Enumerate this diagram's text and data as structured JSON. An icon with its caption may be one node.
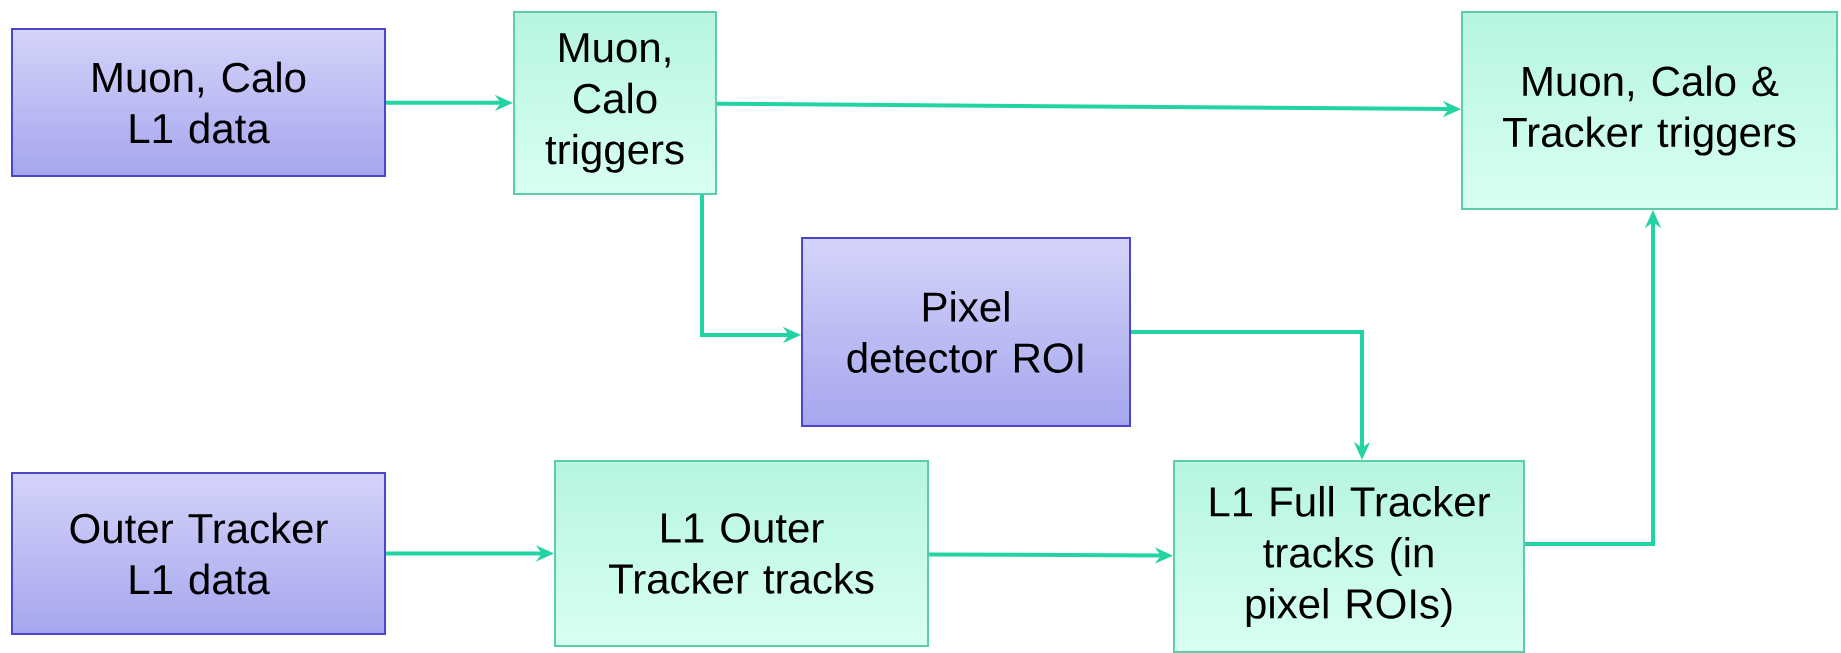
{
  "diagram": {
    "nodes": [
      {
        "text": [
          "Muon, Calo L1 data"
        ]
      },
      {
        "text": [
          "Muon, Calo triggers"
        ]
      },
      {
        "text": [
          "Muon, Calo & Tracker triggers"
        ]
      },
      {
        "text": [
          "Pixel detector ROI"
        ]
      },
      {
        "text": [
          "Outer Tracker L1 data"
        ]
      },
      {
        "text": [
          "L1 Outer Tracker tracks"
        ]
      },
      {
        "text": [
          "L1 Full Tracker tracks (in pixel ROIs)"
        ]
      }
    ],
    "edges": [
      {
        "from": 0,
        "to": 1,
        "arrow": "to"
      },
      {
        "from": 1,
        "to": 2,
        "arrow": "to"
      },
      {
        "from": 1,
        "to": 3,
        "arrow": "to"
      },
      {
        "from": 3,
        "to": 6,
        "arrow": "to"
      },
      {
        "from": 4,
        "to": 5,
        "arrow": "to"
      },
      {
        "from": 5,
        "to": 6,
        "arrow": "to"
      },
      {
        "from": 6,
        "to": 2,
        "arrow": "to"
      }
    ]
  }
}
